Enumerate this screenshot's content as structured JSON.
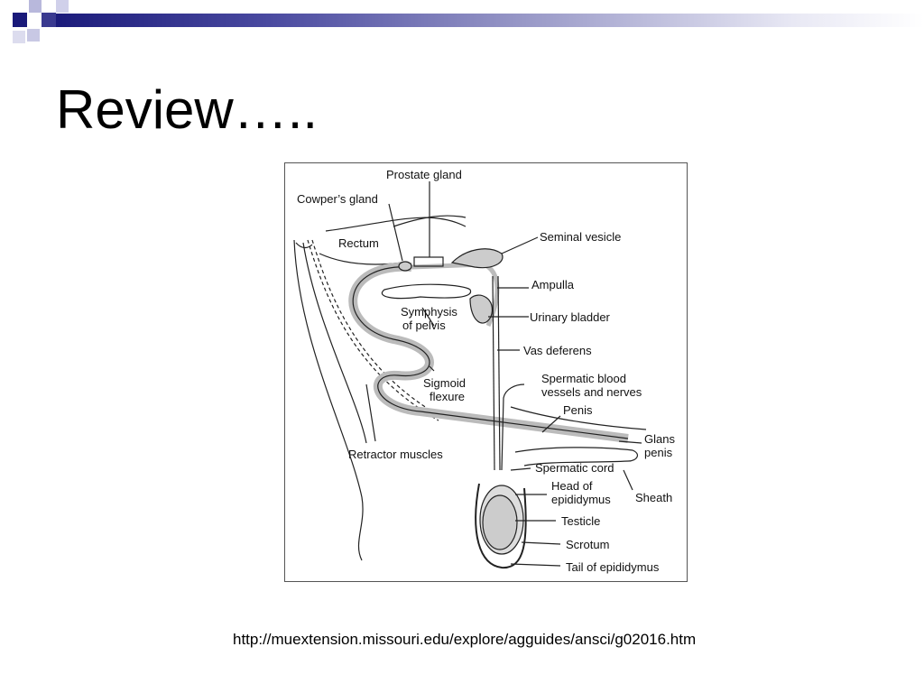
{
  "slide": {
    "title": "Review…..",
    "source_url": "http://muextension.missouri.edu/explore/agguides/ansci/g02016.htm",
    "accent_color": "#1a1a7a",
    "accent_light": "#9a9ac8"
  },
  "diagram": {
    "labels": {
      "prostate_gland": "Prostate gland",
      "cowpers_gland": "Cowper’s gland",
      "rectum": "Rectum",
      "seminal_vesicle": "Seminal vesicle",
      "ampulla": "Ampulla",
      "symphysis_1": "Symphysis",
      "symphysis_2": "of pelvis",
      "urinary_bladder": "Urinary bladder",
      "vas_deferens": "Vas deferens",
      "spermatic_vessels_1": "Spermatic blood",
      "spermatic_vessels_2": "vessels and nerves",
      "sigmoid_1": "Sigmoid",
      "sigmoid_2": "flexure",
      "penis": "Penis",
      "glans_1": "Glans",
      "glans_2": "penis",
      "retractor": "Retractor muscles",
      "spermatic_cord": "Spermatic cord",
      "head_epi_1": "Head of",
      "head_epi_2": "epididymus",
      "sheath": "Sheath",
      "testicle": "Testicle",
      "scrotum": "Scrotum",
      "tail_epi": "Tail of epididymus"
    }
  }
}
